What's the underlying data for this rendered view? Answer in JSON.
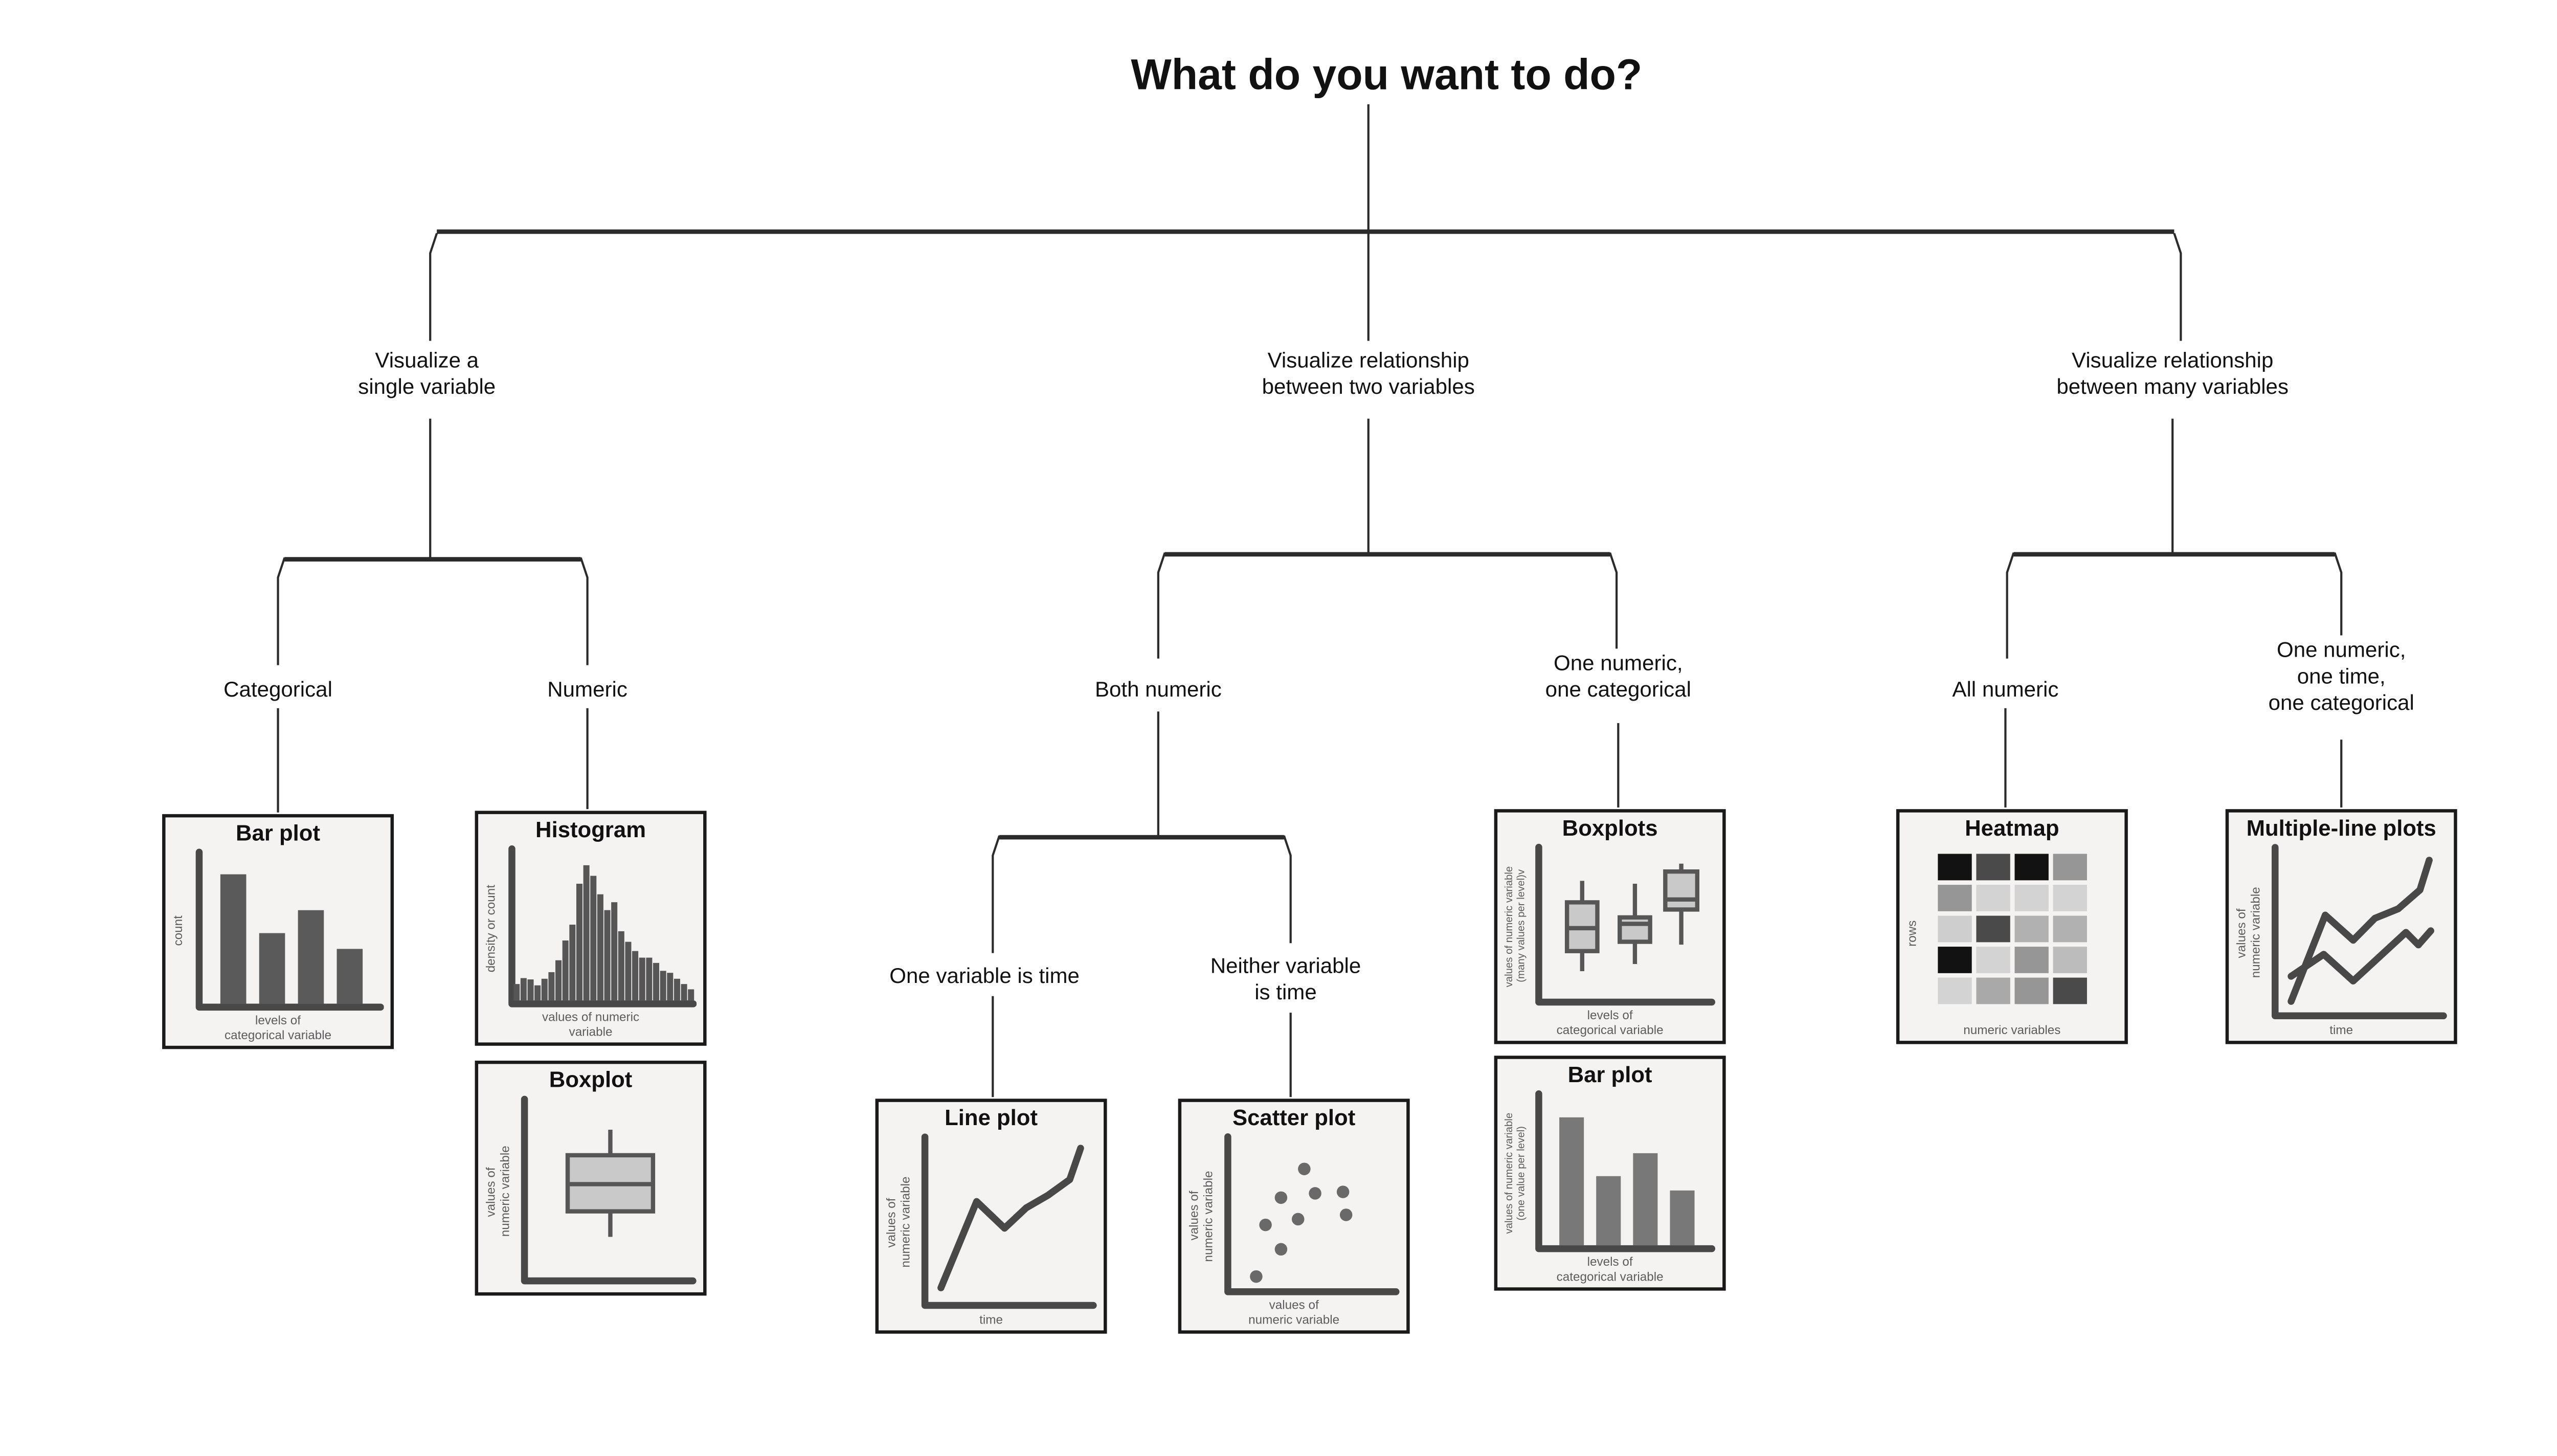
{
  "palette": {
    "edge": "#2b2b2b",
    "axis": "#484848",
    "line": "#484848",
    "bar_dark": "#5a5a5a",
    "hist": "#565656",
    "bar_mid": "#787878",
    "box_fill": "#c9c9c9",
    "box_stroke": "#565656",
    "dot": "#696969",
    "card_bg": "#f4f3f1",
    "card_border": "#1a1a1a",
    "label_gray": "#5c5c5c",
    "text": "#111111"
  },
  "root": {
    "title": "What do you want to do?"
  },
  "nodes": {
    "single": {
      "label": "Visualize a\nsingle variable"
    },
    "two": {
      "label": "Visualize relationship\nbetween two variables"
    },
    "many": {
      "label": "Visualize relationship\nbetween many variables"
    },
    "categorical": {
      "label": "Categorical"
    },
    "numeric": {
      "label": "Numeric"
    },
    "both_numeric": {
      "label": "Both numeric"
    },
    "one_num_one_cat": {
      "label": "One numeric,\none categorical"
    },
    "all_numeric": {
      "label": "All numeric"
    },
    "one_num_time_cat": {
      "label": "One numeric,\none time,\none categorical"
    },
    "one_var_time": {
      "label": "One variable is time"
    },
    "neither_time": {
      "label": "Neither variable\nis time"
    }
  },
  "charts": {
    "bar_plot_single": {
      "type": "bar",
      "title": "Bar plot",
      "ylabel": "count",
      "xlabel": "levels of\ncategorical variable",
      "values": [
        0.88,
        0.47,
        0.63,
        0.36
      ],
      "color": "bar_dark"
    },
    "histogram": {
      "type": "histogram",
      "title": "Histogram",
      "ylabel": "density or count",
      "xlabel": "values of numeric\nvariable",
      "values": [
        0.1,
        0.145,
        0.135,
        0.09,
        0.14,
        0.19,
        0.28,
        0.43,
        0.55,
        0.86,
        1.0,
        0.92,
        0.78,
        0.66,
        0.72,
        0.5,
        0.42,
        0.35,
        0.3,
        0.3,
        0.26,
        0.2,
        0.185,
        0.14,
        0.1,
        0.06
      ],
      "color": "hist"
    },
    "boxplot_single": {
      "type": "boxplot",
      "title": "Boxplot",
      "ylabel": "values of\nnumeric variable",
      "xlabel": "",
      "boxes": [
        {
          "c": 0.5,
          "w": 0.55,
          "hi": 0.85,
          "q3": 0.7,
          "med": 0.53,
          "q1": 0.37,
          "lo": 0.22
        }
      ]
    },
    "line_plot": {
      "type": "line",
      "title": "Line plot",
      "ylabel": "values of\nnumeric variable",
      "xlabel": "time",
      "series": [
        [
          [
            0.05,
            0.07
          ],
          [
            0.28,
            0.62
          ],
          [
            0.46,
            0.45
          ],
          [
            0.6,
            0.58
          ],
          [
            0.74,
            0.66
          ],
          [
            0.88,
            0.76
          ],
          [
            0.95,
            0.96
          ]
        ]
      ]
    },
    "scatter_plot": {
      "type": "scatter",
      "title": "Scatter plot",
      "ylabel": "values of\nnumeric variable",
      "xlabel": "values of\nnumeric variable",
      "points": [
        [
          0.13,
          0.06
        ],
        [
          0.29,
          0.25
        ],
        [
          0.19,
          0.42
        ],
        [
          0.4,
          0.46
        ],
        [
          0.29,
          0.61
        ],
        [
          0.51,
          0.64
        ],
        [
          0.44,
          0.81
        ],
        [
          0.69,
          0.65
        ],
        [
          0.71,
          0.49
        ]
      ]
    },
    "boxplots_grouped": {
      "type": "boxplot",
      "title": "Boxplots",
      "ylabel": "values of numeric variable\n(many values per level)v",
      "xlabel": "levels of\ncategorical variable",
      "boxes": [
        {
          "c": 0.22,
          "w": 0.19,
          "hi": 0.8,
          "q3": 0.65,
          "med": 0.47,
          "q1": 0.31,
          "lo": 0.17
        },
        {
          "c": 0.55,
          "w": 0.19,
          "hi": 0.78,
          "q3": 0.545,
          "med": 0.5,
          "q1": 0.375,
          "lo": 0.22
        },
        {
          "c": 0.84,
          "w": 0.2,
          "hi": 0.92,
          "q3": 0.865,
          "med": 0.67,
          "q1": 0.6,
          "lo": 0.355
        }
      ]
    },
    "bar_plot_levels": {
      "type": "bar",
      "title": "Bar plot",
      "ylabel": "values of numeric variable\n(one value per level)",
      "xlabel": "levels of\ncategorical variable",
      "values": [
        0.87,
        0.46,
        0.62,
        0.36
      ],
      "color": "bar_mid"
    },
    "heatmap": {
      "type": "heatmap",
      "title": "Heatmap",
      "ylabel": "rows",
      "xlabel": "numeric variables",
      "grid": [
        [
          "#121212",
          "#4a4a4a",
          "#121212",
          "#969696"
        ],
        [
          "#969696",
          "#d3d3d3",
          "#d3d3d3",
          "#d3d3d3"
        ],
        [
          "#cecece",
          "#4a4a4a",
          "#b1b1b1",
          "#b1b1b1"
        ],
        [
          "#121212",
          "#d3d3d3",
          "#969696",
          "#bcbcbc"
        ],
        [
          "#d3d3d3",
          "#a9a9a9",
          "#969696",
          "#4a4a4a"
        ]
      ]
    },
    "multi_line": {
      "type": "line",
      "title": "Multiple-line plots",
      "ylabel": "values of\nnumeric variable",
      "xlabel": "time",
      "series": [
        [
          [
            0.05,
            0.05
          ],
          [
            0.27,
            0.6
          ],
          [
            0.45,
            0.44
          ],
          [
            0.59,
            0.58
          ],
          [
            0.74,
            0.64
          ],
          [
            0.88,
            0.76
          ],
          [
            0.94,
            0.95
          ]
        ],
        [
          [
            0.05,
            0.21
          ],
          [
            0.26,
            0.35
          ],
          [
            0.45,
            0.18
          ],
          [
            0.79,
            0.49
          ],
          [
            0.87,
            0.41
          ],
          [
            0.95,
            0.5
          ]
        ]
      ]
    }
  }
}
